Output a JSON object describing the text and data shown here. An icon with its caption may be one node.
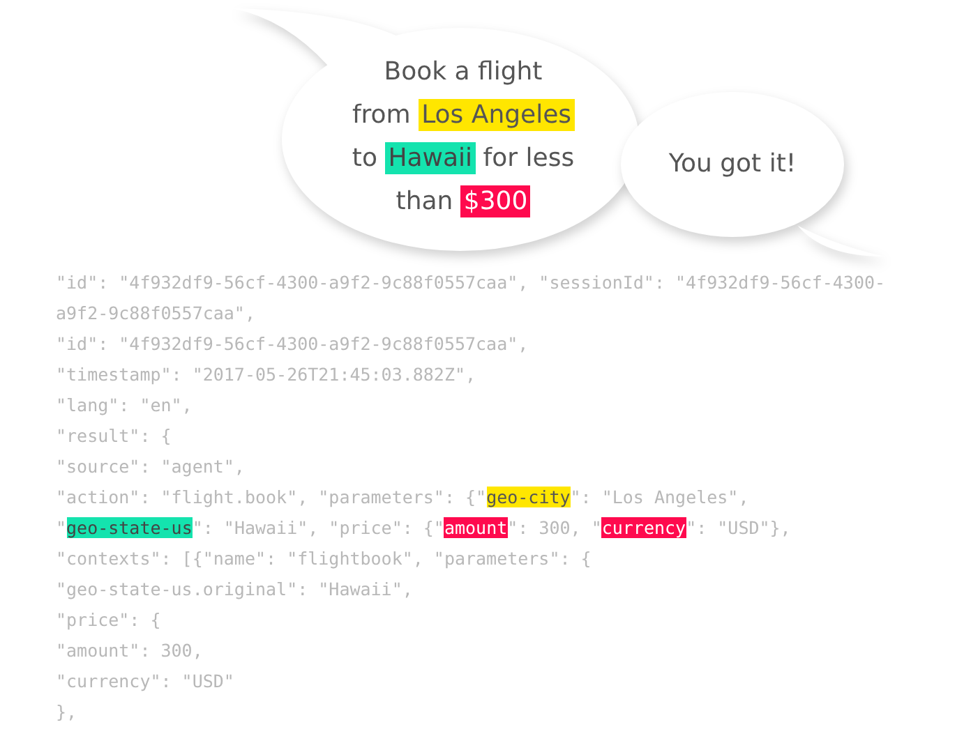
{
  "diagram": {
    "nodes": [
      {
        "text": [
          "Book a flight",
          "from",
          "Los Angeles",
          "to",
          "Hawaii",
          "for less",
          "than",
          "$300"
        ]
      },
      {
        "text": [
          "You got it!"
        ]
      }
    ],
    "labels": [
      "\"id\": \"4f932df9-56cf-4300-a9f2-9c88f0557caa\", \"sessionId\": \"4f932df9-56cf-4300-",
      "a9f2-9c88f0557caa\",",
      "\"id\": \"4f932df9-56cf-4300-a9f2-9c88f0557caa\",",
      "\"timestamp\": \"2017-05-26T21:45:03.882Z\",",
      "\"lang\": \"en\",",
      "\"result\": {",
      "\"source\": \"agent\",",
      "\"action\": \"flight.book\", \"parameters\": {\"",
      "geo-city",
      "\": \"Los Angeles\",",
      "\"",
      "geo-state-us",
      "\": \"Hawaii\", \"price\": {\"",
      "amount",
      "\": 300, \"",
      "currency",
      "\": \"USD\"},",
      "\"contexts\": [{\"name\": \"flightbook\", \"parameters\": {",
      "\"geo-state-us.original\": \"Hawaii\",",
      "\"price\": {",
      "\"amount\": 300,",
      "\"currency\": \"USD\"",
      "},"
    ]
  }
}
